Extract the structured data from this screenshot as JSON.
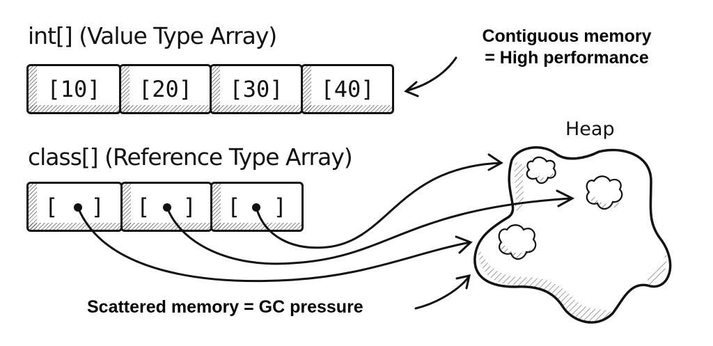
{
  "value_array": {
    "title": "int[] (Value Type Array)",
    "cells": [
      "[10]",
      "[20]",
      "[30]",
      "[40]"
    ]
  },
  "reference_array": {
    "title": "class[] (Reference Type Array)",
    "cells": [
      "[ ]",
      "[ ]",
      "[ ]"
    ],
    "pointer_icon": "filled-dot"
  },
  "heap": {
    "label": "Heap",
    "object_count": 3
  },
  "annotations": {
    "contiguous_line1": "Contiguous memory",
    "contiguous_line2": "= High performance",
    "scattered": "Scattered memory = GC pressure"
  },
  "colors": {
    "ink": "#111111",
    "background": "#ffffff",
    "hatch": "#555555"
  }
}
